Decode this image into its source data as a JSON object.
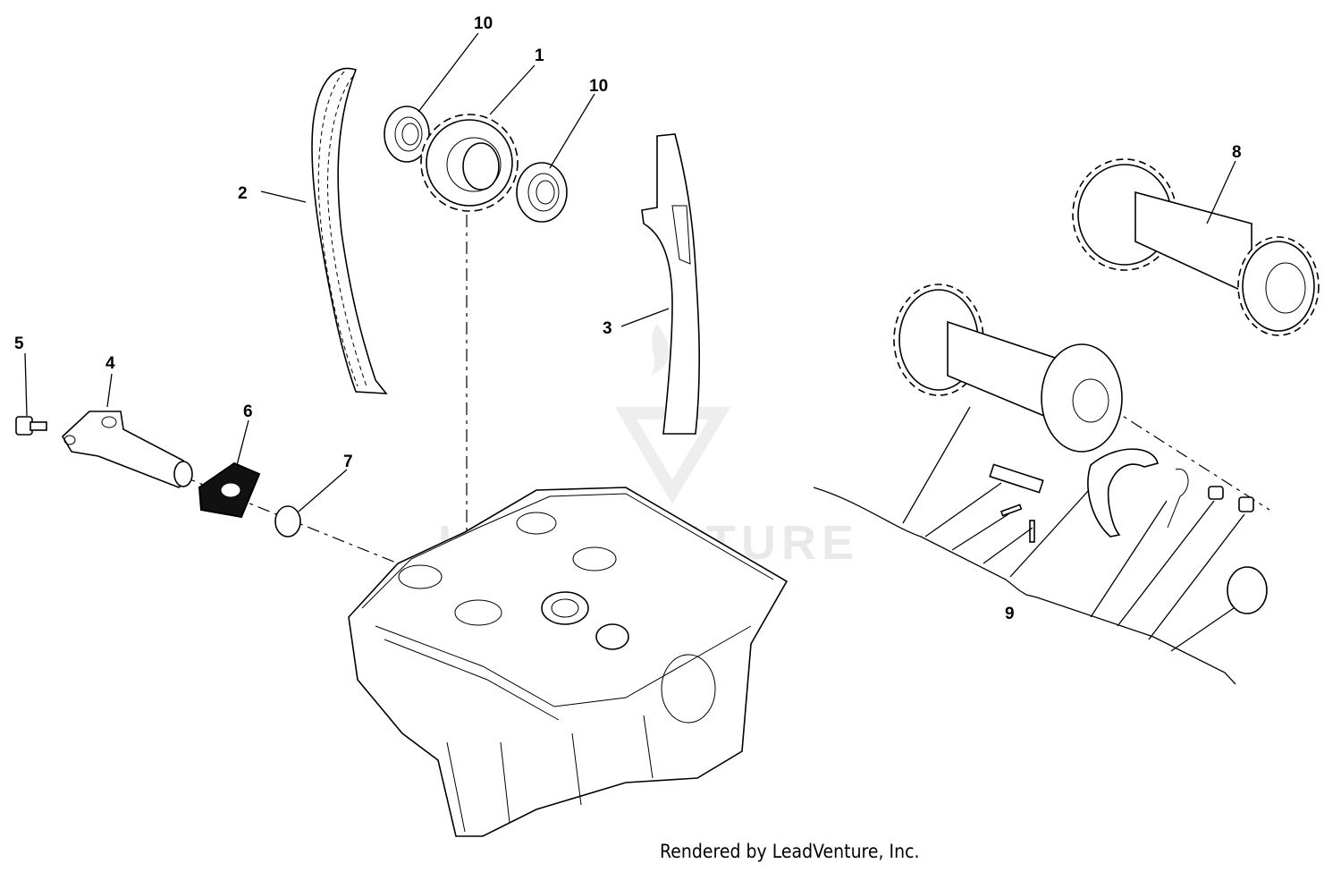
{
  "watermark": {
    "text": "LEADVENTURE"
  },
  "callouts": {
    "c1": "1",
    "c2": "2",
    "c3": "3",
    "c4": "4",
    "c5": "5",
    "c6": "6",
    "c7": "7",
    "c8": "8",
    "c9": "9",
    "c10a": "10",
    "c10b": "10"
  },
  "footer": {
    "text": "Rendered by LeadVenture, Inc."
  }
}
